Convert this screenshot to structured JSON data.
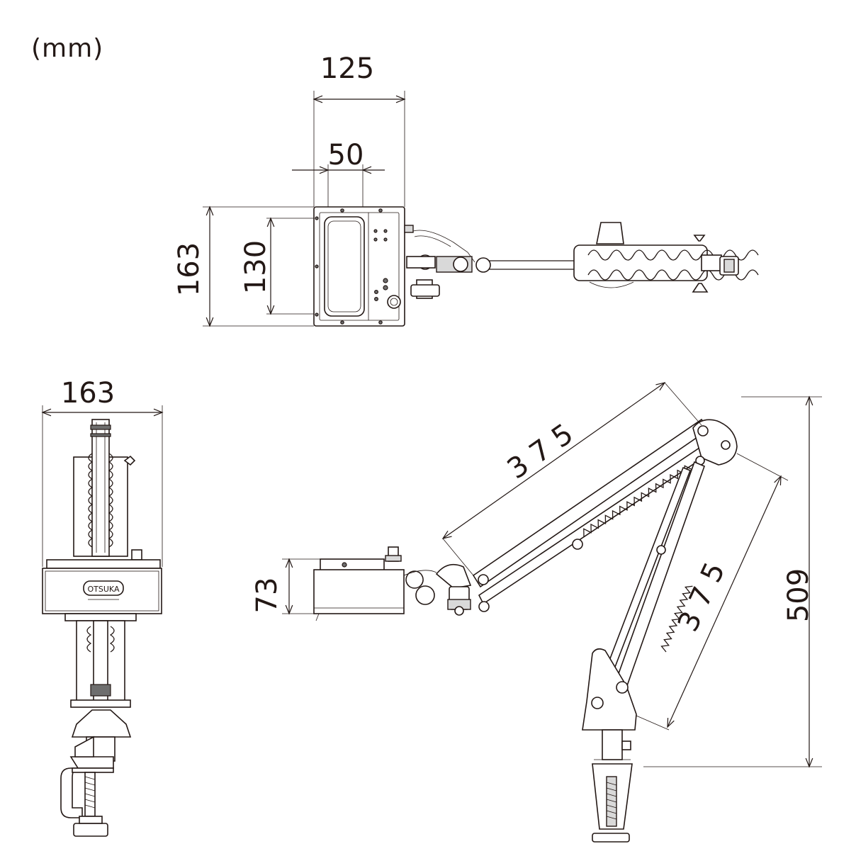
{
  "unit_label": "(mm)",
  "top_view": {
    "width_overall": "125",
    "width_window": "50",
    "height_overall": "163",
    "height_window": "130"
  },
  "front_view": {
    "width": "163",
    "logo_text": "OTSUKA"
  },
  "side_view": {
    "head_height": "73",
    "upper_arm_length": "3 7 5",
    "lower_arm_length": "3 7 5",
    "total_height": "509"
  }
}
